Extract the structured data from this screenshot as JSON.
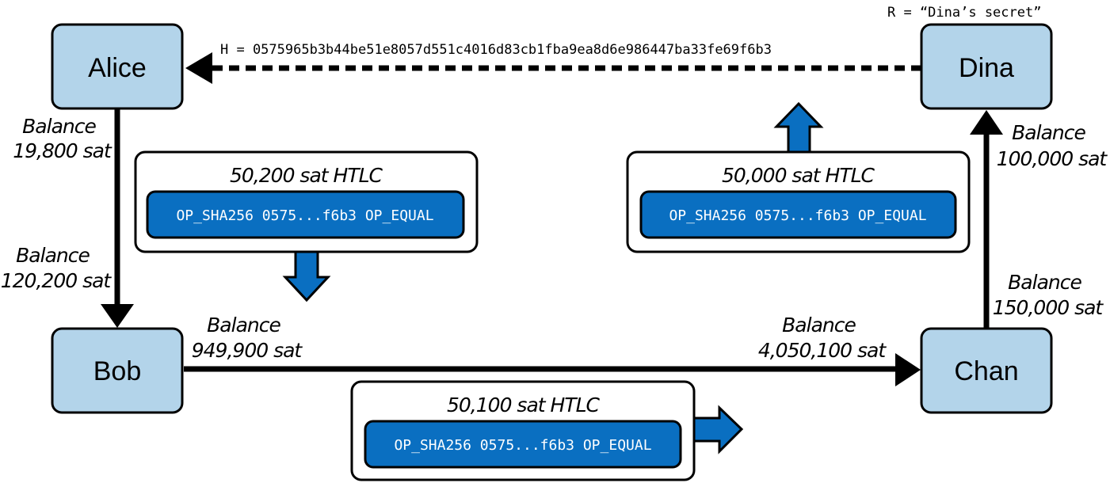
{
  "nodes": {
    "alice": "Alice",
    "bob": "Bob",
    "chan": "Chan",
    "dina": "Dina"
  },
  "hash_label": "H = 0575965b3b44be51e8057d551c4016d83cb1fba9ea8d6e986447ba33fe69f6b3",
  "secret_label": "R = “Dina’s secret”",
  "balances": {
    "alice_ab": [
      "Balance",
      "19,800 sat"
    ],
    "bob_ab": [
      "Balance",
      "120,200 sat"
    ],
    "bob_bc": [
      "Balance",
      "949,900 sat"
    ],
    "chan_bc": [
      "Balance",
      "4,050,100 sat"
    ],
    "chan_cd": [
      "Balance",
      "150,000 sat"
    ],
    "dina_cd": [
      "Balance",
      "100,000 sat"
    ]
  },
  "htlcs": {
    "alice_bob": {
      "title": "50,200 sat HTLC",
      "script": "OP_SHA256 0575...f6b3 OP_EQUAL"
    },
    "bob_chan": {
      "title": "50,100 sat HTLC",
      "script": "OP_SHA256 0575...f6b3 OP_EQUAL"
    },
    "chan_dina": {
      "title": "50,000 sat HTLC",
      "script": "OP_SHA256 0575...f6b3 OP_EQUAL"
    }
  },
  "colors": {
    "node_fill": "#b3d4ea",
    "script_fill": "#0a6fc1",
    "arrow_fill": "#0a6fc1"
  }
}
